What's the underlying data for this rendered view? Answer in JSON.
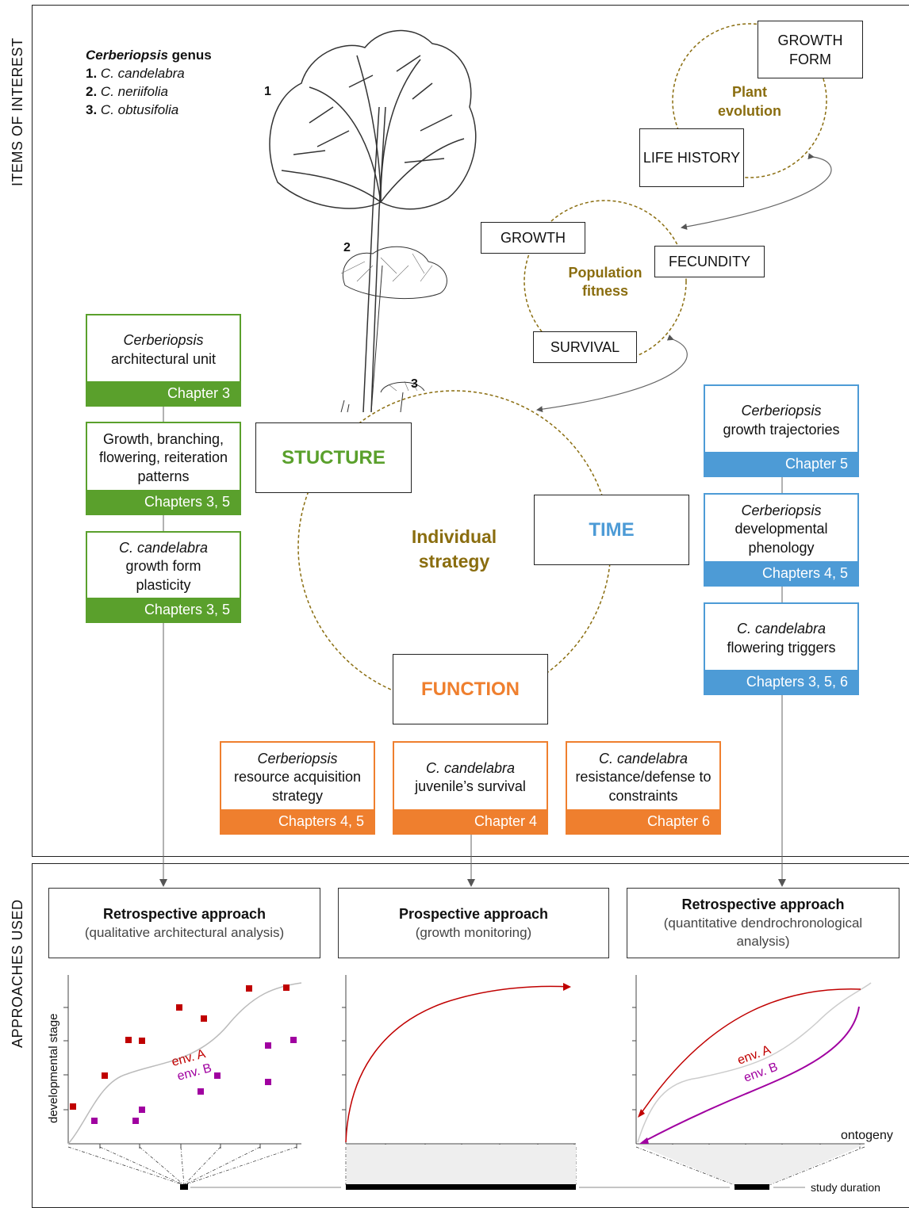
{
  "sections": {
    "items_label": "ITEMS OF INTEREST",
    "approaches_label": "APPROACHES USED"
  },
  "species": {
    "genus_name": "Cerberiopsis",
    "genus_suffix": " genus",
    "list": [
      {
        "num": "1.",
        "name": "C. candelabra"
      },
      {
        "num": "2.",
        "name": "C. neriifolia"
      },
      {
        "num": "3.",
        "name": "C. obtusifolia"
      }
    ],
    "tree_numbers": [
      "1",
      "2",
      "3"
    ]
  },
  "evolution": {
    "center": "Plant evolution",
    "growth_form": "GROWTH FORM",
    "life_history": "LIFE HISTORY"
  },
  "population": {
    "center": "Population fitness",
    "growth": "GROWTH",
    "fecundity": "FECUNDITY",
    "survival": "SURVIVAL"
  },
  "individual": {
    "center": "Individual strategy",
    "structure": "STUCTURE",
    "time": "TIME",
    "function": "FUNCTION"
  },
  "structure_cards": [
    {
      "italic": "Cerberiopsis",
      "text": "architectural unit",
      "chapter": "Chapter 3"
    },
    {
      "italic": "",
      "text": "Growth, branching, flowering, reiteration patterns",
      "chapter": "Chapters 3, 5"
    },
    {
      "italic": "C. candelabra",
      "text": "growth form plasticity",
      "chapter": "Chapters 3, 5"
    }
  ],
  "time_cards": [
    {
      "italic": "Cerberiopsis",
      "text": "growth trajectories",
      "chapter": "Chapter 5"
    },
    {
      "italic": "Cerberiopsis",
      "text": "developmental phenology",
      "chapter": "Chapters 4, 5"
    },
    {
      "italic": "C. candelabra",
      "text": "flowering triggers",
      "chapter": "Chapters 3, 5, 6"
    }
  ],
  "function_cards": [
    {
      "italic": "Cerberiopsis",
      "text": "resource acquisition strategy",
      "chapter": "Chapters 4, 5"
    },
    {
      "italic": "C. candelabra",
      "text": "juvenile’s survival",
      "chapter": "Chapter 4"
    },
    {
      "italic": "C. candelabra",
      "text": "resistance/defense to constraints",
      "chapter": "Chapter 6"
    }
  ],
  "approaches": [
    {
      "title": "Retrospective approach",
      "subtitle": "(qualitative architectural analysis)"
    },
    {
      "title": "Prospective approach",
      "subtitle": "(growth monitoring)"
    },
    {
      "title": "Retrospective approach",
      "subtitle": "(quantitative dendrochronological analysis)"
    }
  ],
  "plots": {
    "ylabel": "developmental stage",
    "xlabel": "ontogeny",
    "env_a": "env. A",
    "env_b": "env. B",
    "study_duration": "study duration",
    "colors": {
      "env_a": "#c00000",
      "env_b": "#a000a0",
      "curve": "#bbbbbb"
    }
  }
}
